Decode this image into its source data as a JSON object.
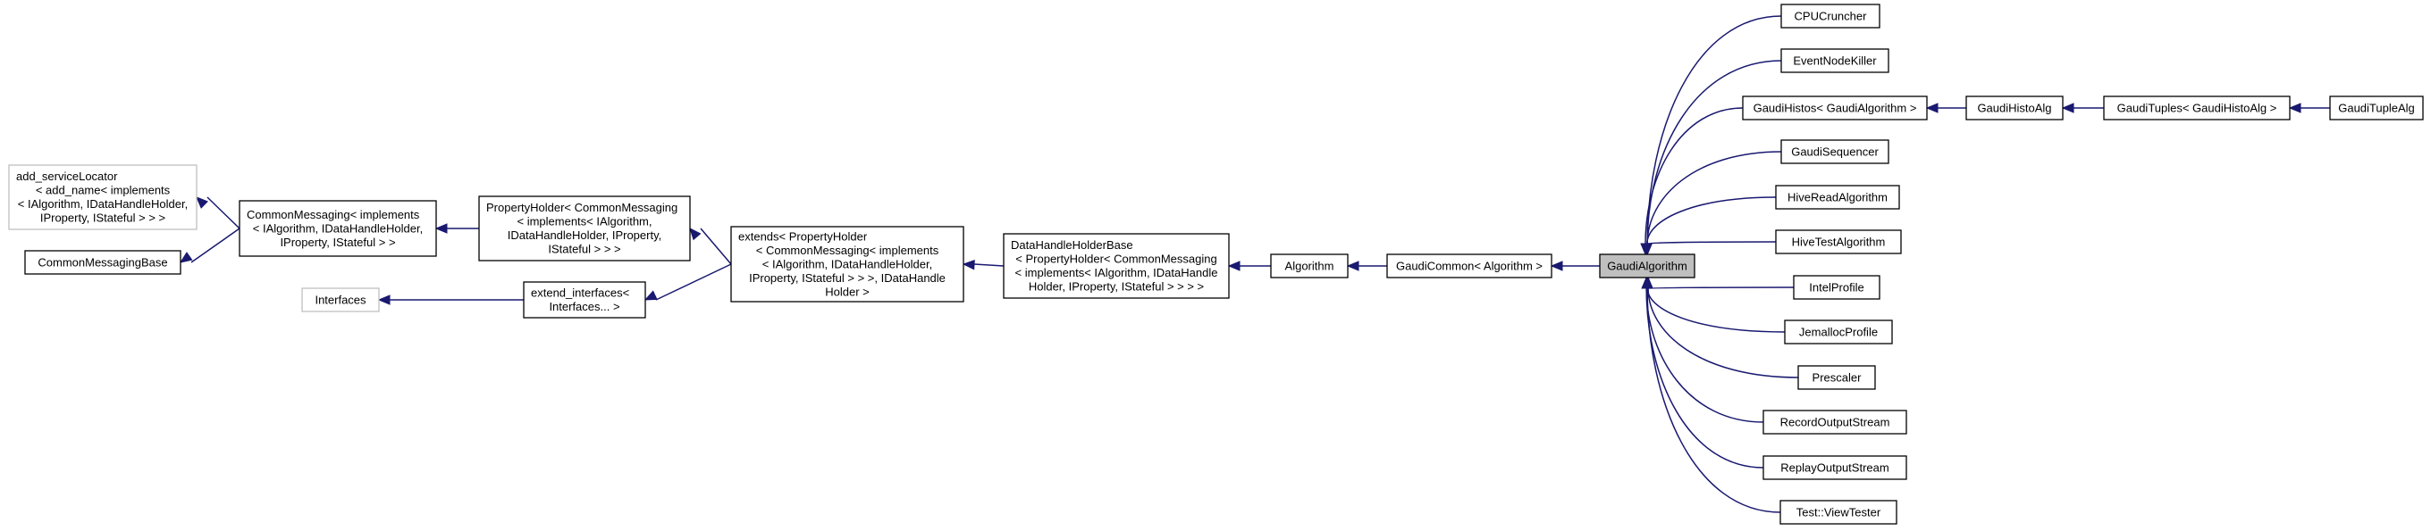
{
  "graph": {
    "title": "Inheritance diagram for GaudiAlgorithm",
    "edge_color": "#191970",
    "current_fill": "#bfbfbf",
    "external_border": "#bfbfbf",
    "nodes": {
      "add_sl": {
        "lines": [
          "add_serviceLocator",
          "< add_name< implements",
          "< IAlgorithm, IDataHandleHolder,",
          "IProperty, IStateful > > >"
        ],
        "align": "left",
        "external": true
      },
      "cmb": {
        "lines": [
          "CommonMessagingBase"
        ],
        "align": "center"
      },
      "interfaces": {
        "lines": [
          "Interfaces"
        ],
        "align": "center",
        "external": true
      },
      "cm": {
        "lines": [
          "CommonMessaging< implements",
          "< IAlgorithm, IDataHandleHolder,",
          "IProperty, IStateful > >"
        ],
        "align": "left"
      },
      "ph": {
        "lines": [
          "PropertyHolder< CommonMessaging",
          "< implements< IAlgorithm,",
          "IDataHandleHolder, IProperty,",
          "IStateful > > >"
        ],
        "align": "left"
      },
      "ei": {
        "lines": [
          "extend_interfaces<",
          "Interfaces... >"
        ],
        "align": "left"
      },
      "ext": {
        "lines": [
          "extends< PropertyHolder",
          "< CommonMessaging< implements",
          "< IAlgorithm, IDataHandleHolder,",
          "IProperty, IStateful > > >, IDataHandle",
          "Holder >"
        ],
        "align": "left"
      },
      "dhhb": {
        "lines": [
          "DataHandleHolderBase",
          "< PropertyHolder< CommonMessaging",
          "< implements< IAlgorithm, IDataHandle",
          "Holder, IProperty, IStateful > > > >"
        ],
        "align": "left"
      },
      "alg": {
        "lines": [
          "Algorithm"
        ],
        "align": "center"
      },
      "gc": {
        "lines": [
          "GaudiCommon< Algorithm >"
        ],
        "align": "center"
      },
      "ga": {
        "lines": [
          "GaudiAlgorithm"
        ],
        "align": "center",
        "current": true
      },
      "cpu": {
        "lines": [
          "CPUCruncher"
        ],
        "align": "center"
      },
      "enk": {
        "lines": [
          "EventNodeKiller"
        ],
        "align": "center"
      },
      "gh": {
        "lines": [
          "GaudiHistos< GaudiAlgorithm >"
        ],
        "align": "center"
      },
      "gha": {
        "lines": [
          "GaudiHistoAlg"
        ],
        "align": "center"
      },
      "gt": {
        "lines": [
          "GaudiTuples< GaudiHistoAlg >"
        ],
        "align": "center"
      },
      "gta": {
        "lines": [
          "GaudiTupleAlg"
        ],
        "align": "center"
      },
      "gs": {
        "lines": [
          "GaudiSequencer"
        ],
        "align": "center"
      },
      "hra": {
        "lines": [
          "HiveReadAlgorithm"
        ],
        "align": "center"
      },
      "hta": {
        "lines": [
          "HiveTestAlgorithm"
        ],
        "align": "center"
      },
      "ip": {
        "lines": [
          "IntelProfile"
        ],
        "align": "center"
      },
      "jp": {
        "lines": [
          "JemallocProfile"
        ],
        "align": "center"
      },
      "pre": {
        "lines": [
          "Prescaler"
        ],
        "align": "center"
      },
      "ros": {
        "lines": [
          "RecordOutputStream"
        ],
        "align": "center"
      },
      "rps": {
        "lines": [
          "ReplayOutputStream"
        ],
        "align": "center"
      },
      "tvt": {
        "lines": [
          "Test::ViewTester"
        ],
        "align": "center"
      }
    },
    "edges": [
      [
        "cm",
        "add_sl"
      ],
      [
        "cm",
        "cmb"
      ],
      [
        "ph",
        "cm"
      ],
      [
        "ext",
        "ph"
      ],
      [
        "ei",
        "interfaces"
      ],
      [
        "ext",
        "ei"
      ],
      [
        "dhhb",
        "ext"
      ],
      [
        "alg",
        "dhhb"
      ],
      [
        "gc",
        "alg"
      ],
      [
        "ga",
        "gc"
      ],
      [
        "gt",
        "gha"
      ],
      [
        "gta",
        "gt"
      ],
      [
        "gha",
        "gh"
      ],
      [
        "cpu",
        "ga"
      ],
      [
        "enk",
        "ga"
      ],
      [
        "gh",
        "ga"
      ],
      [
        "gs",
        "ga"
      ],
      [
        "hra",
        "ga"
      ],
      [
        "hta",
        "ga"
      ],
      [
        "ip",
        "ga"
      ],
      [
        "jp",
        "ga"
      ],
      [
        "pre",
        "ga"
      ],
      [
        "ros",
        "ga"
      ],
      [
        "rps",
        "ga"
      ],
      [
        "tvt",
        "ga"
      ]
    ]
  }
}
